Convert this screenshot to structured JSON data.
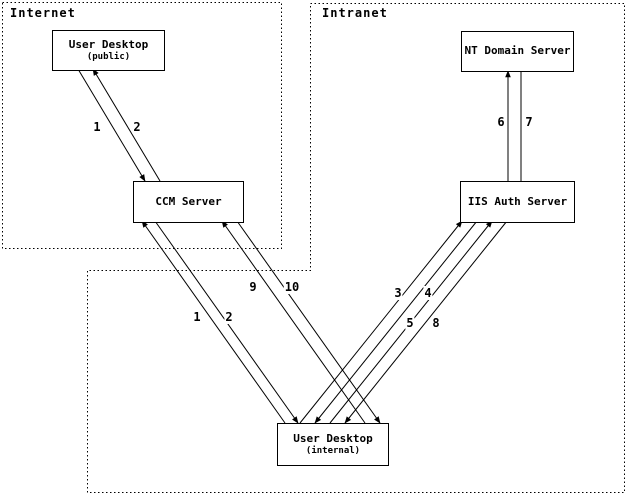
{
  "regions": {
    "internet": {
      "label": "Internet"
    },
    "intranet": {
      "label": "Intranet"
    }
  },
  "nodes": {
    "user_desktop_public": {
      "title": "User Desktop",
      "subtitle": "(public)"
    },
    "ccm_server": {
      "title": "CCM Server"
    },
    "nt_domain_server": {
      "title": "NT Domain Server"
    },
    "iis_auth_server": {
      "title": "IIS Auth Server"
    },
    "user_desktop_internal": {
      "title": "User Desktop",
      "subtitle": "(internal)"
    }
  },
  "flows": {
    "public_desktop_to_ccm": {
      "request_label": "1",
      "response_label": "2"
    },
    "internal_desktop_to_ccm": {
      "request_label": "1",
      "response_label": "2"
    },
    "internal_desktop_to_ccm_secondary": {
      "request_label": "9",
      "response_label": "10"
    },
    "internal_desktop_to_iis": {
      "request_label": "3",
      "response_label": "4"
    },
    "internal_desktop_to_iis_secondary": {
      "request_label": "5",
      "response_label": "8"
    },
    "iis_to_nt_domain": {
      "request_label": "6",
      "response_label": "7"
    }
  },
  "colors": {
    "line": "#000000",
    "background": "#ffffff",
    "node_fill": "#ffffff",
    "text": "#000000"
  }
}
